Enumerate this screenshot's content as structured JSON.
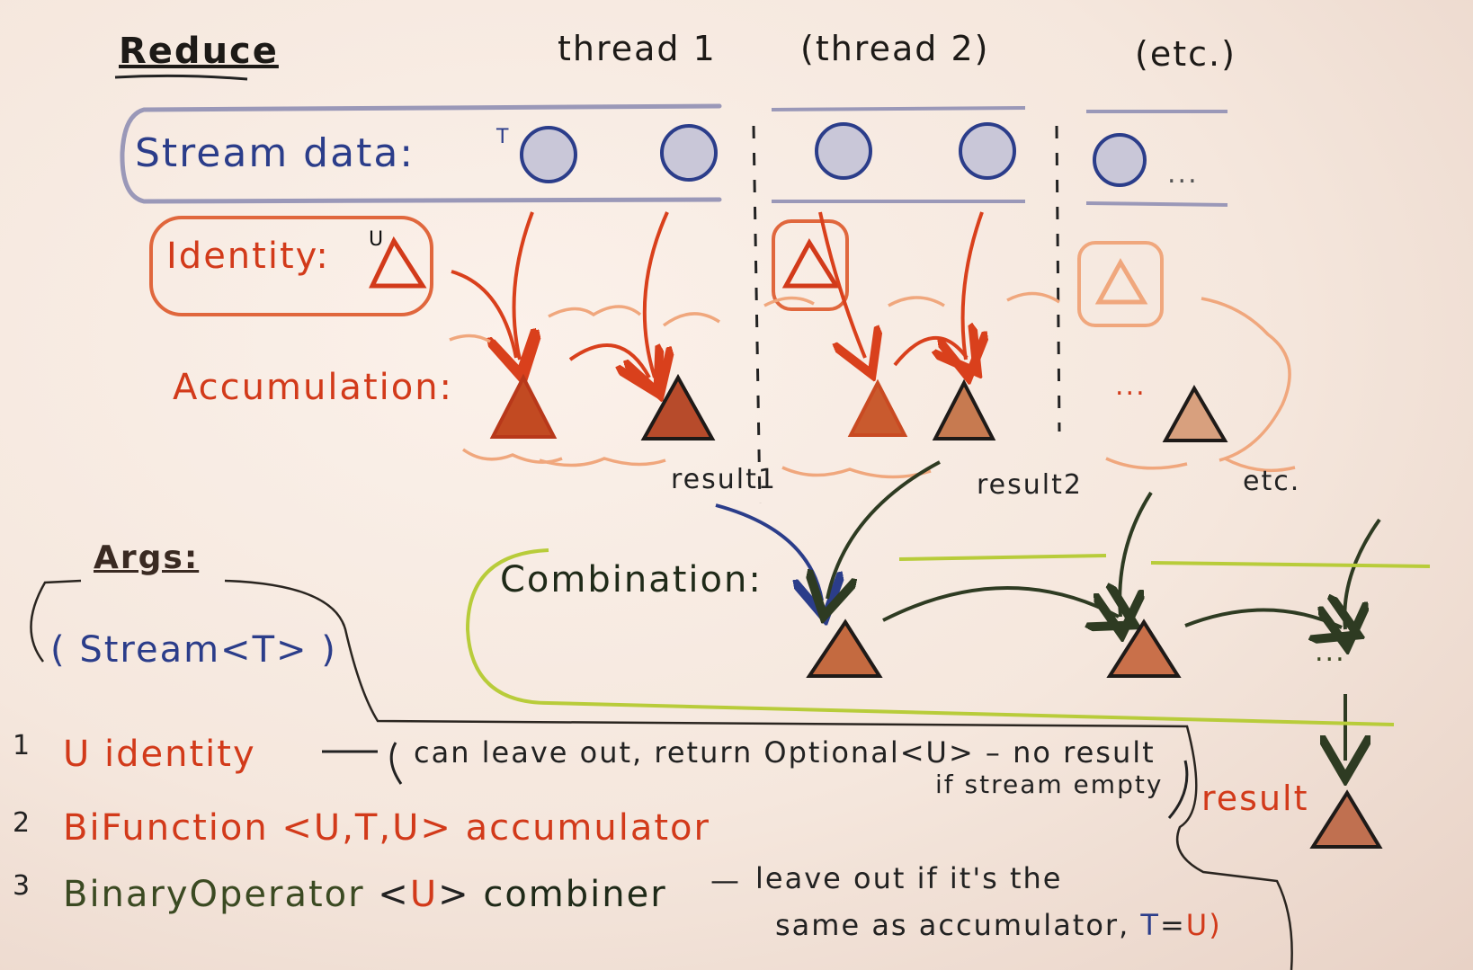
{
  "title": "Reduce",
  "threads": [
    "thread 1",
    "(thread 2)",
    "(etc.)"
  ],
  "stream_label": "Stream data:",
  "stream_type": "T",
  "stream_ellipsis": "...",
  "identity_label": "Identity:",
  "identity_type": "U",
  "accumulation_label": "Accumulation:",
  "accumulation_ellipsis": "...",
  "results": [
    "result1",
    "result2",
    "etc."
  ],
  "combination_label": "Combination:",
  "combination_ellipsis": "...",
  "final_result": "result",
  "args": {
    "heading": "Args:",
    "stream": "( Stream<T> )",
    "items": [
      {
        "num": "1",
        "text": "U identity"
      },
      {
        "num": "2",
        "text": "BiFunction <U,T,U> accumulator"
      },
      {
        "num": "3",
        "text_type": "BinaryOperator",
        "text_generic_open": "<",
        "text_u": "U",
        "text_generic_close": ">",
        "text_rest": "combiner"
      }
    ],
    "note1_line1": "can leave out, return Optional<U> – no result",
    "note1_line2": "if stream empty",
    "note3_dash": "—",
    "note3_line1": "leave out if it's the",
    "note3_line2_a": "same as accumulator,",
    "note3_line2_t": "T",
    "note3_line2_eq": "=",
    "note3_line2_u": "U)"
  },
  "colors": {
    "stream": "#2b3d8a",
    "identity": "#d23a1a",
    "combination": "#3b4a22",
    "highlight_green": "#b8cc3a"
  }
}
